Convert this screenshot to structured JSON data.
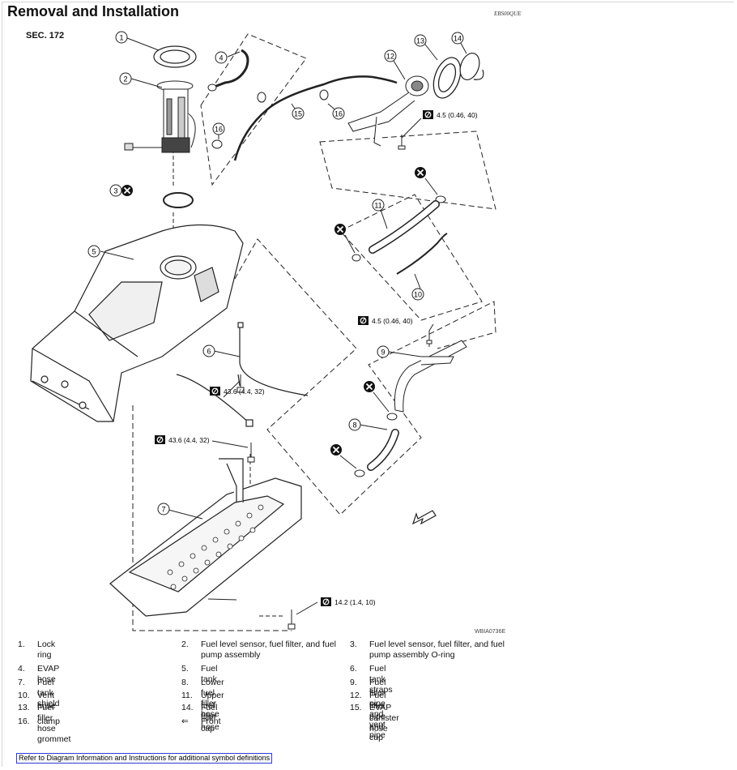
{
  "header": {
    "title": "Removal and Installation",
    "doc_code": "EBS00QUE",
    "section": "SEC. 172"
  },
  "diagram": {
    "figure_code": "WBIA0736E",
    "callouts": [
      "1",
      "2",
      "3",
      "4",
      "5",
      "6",
      "7",
      "8",
      "9",
      "10",
      "11",
      "12",
      "13",
      "14",
      "15",
      "16",
      "16"
    ],
    "torques": {
      "t1": "4.5 (0.46, 40)",
      "t2": "4.5 (0.46, 40)",
      "t3": "43.6 (4.4, 32)",
      "t4": "43.6 (4.4, 32)",
      "t5": "14.2 (1.4, 10)"
    },
    "icons": [
      "torque-wrench-icon",
      "do-not-reuse-icon",
      "front-arrow-icon"
    ]
  },
  "legend": [
    {
      "num": "1.",
      "label": "Lock ring"
    },
    {
      "num": "2.",
      "label": "Fuel level sensor, fuel filter, and fuel\npump assembly"
    },
    {
      "num": "3.",
      "label": "Fuel level sensor, fuel filter, and fuel\npump assembly O-ring"
    },
    {
      "num": "4.",
      "label": "EVAP hose"
    },
    {
      "num": "5.",
      "label": "Fuel tank"
    },
    {
      "num": "6.",
      "label": "Fuel tank straps"
    },
    {
      "num": "7.",
      "label": "Fuel tank shield"
    },
    {
      "num": "8.",
      "label": "Lower fuel filler hose"
    },
    {
      "num": "9.",
      "label": "Fuel filler pipe and vent pipe"
    },
    {
      "num": "10.",
      "label": "Vent hose"
    },
    {
      "num": "11.",
      "label": "Upper fuel filler hose"
    },
    {
      "num": "12.",
      "label": "Fuel filler pipe and cup"
    },
    {
      "num": "13.",
      "label": "Fuel filler hose grommet"
    },
    {
      "num": "14.",
      "label": "Fuel filler cap"
    },
    {
      "num": "15.",
      "label": "EVAP canister hose"
    },
    {
      "num": "16.",
      "label": "clamp"
    },
    {
      "num": "⇐",
      "label": "Front"
    }
  ],
  "footer": {
    "link_text": "Refer to Diagram Information and Instructions for additional symbol definitions"
  }
}
